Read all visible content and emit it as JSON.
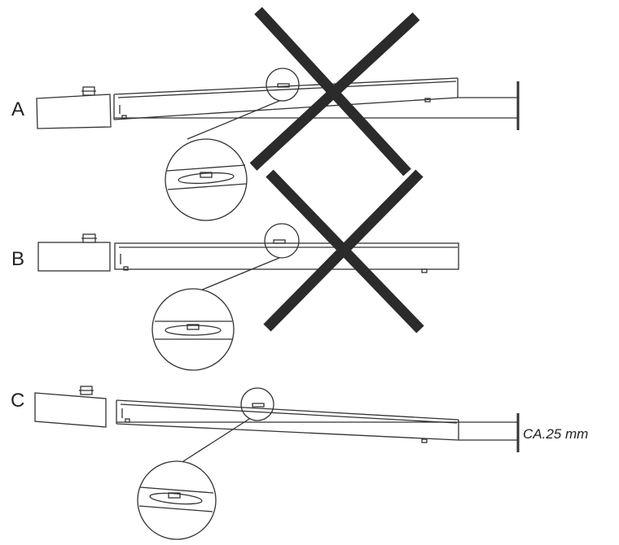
{
  "figure": {
    "panels": [
      {
        "id": "A",
        "label": "A",
        "rejected": true
      },
      {
        "id": "B",
        "label": "B",
        "rejected": true
      },
      {
        "id": "C",
        "label": "C",
        "rejected": false,
        "dimension": "CA.25 mm"
      }
    ],
    "reject_mark": "X"
  }
}
